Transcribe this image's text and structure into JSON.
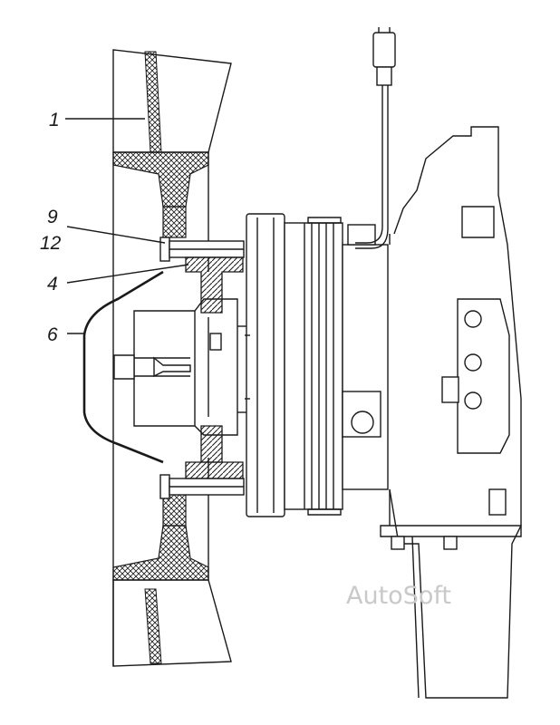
{
  "callouts": {
    "c1": "1",
    "c9": "9",
    "c12": "12",
    "c4": "4",
    "c6": "6"
  },
  "watermark": "AutoSoft",
  "colors": {
    "ink": "#1a1a1a",
    "watermark": "#c9c9c9",
    "background": "#ffffff"
  }
}
